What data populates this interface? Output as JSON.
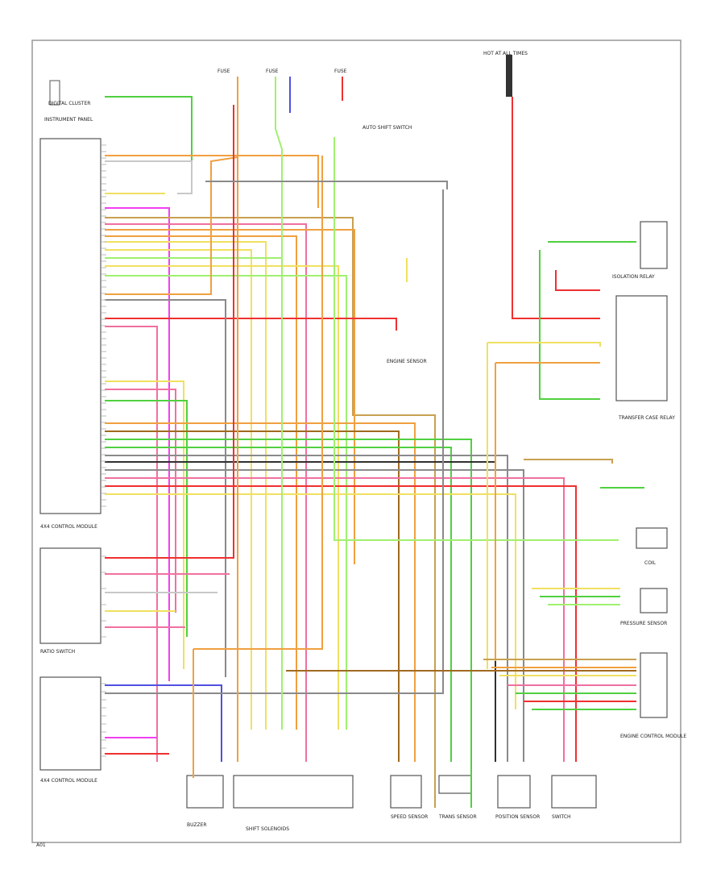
{
  "colors": {
    "org": "#f0a040",
    "grn": "#50d040",
    "lgn": "#a0f070",
    "red": "#f03030",
    "pnk": "#f070a0",
    "mag": "#f040f0",
    "yel": "#f0e060",
    "tan": "#c8a050",
    "gry": "#8a8a8a",
    "blu": "#5050e0",
    "brn": "#a06a20",
    "wht": "#c8c8c8",
    "blk": "#303030",
    "frame": "#999999",
    "comp": "#555555"
  },
  "labels": {
    "page_code": "A01",
    "top_left_label": "DIGITAL CLUSTER",
    "instrument_panel": "INSTRUMENT PANEL",
    "hot_at_all_times": "HOT AT ALL TIMES",
    "transfer_case_relay": "TRANSFER CASE RELAY",
    "module_left": "4X4 CONTROL MODULE",
    "ratio_switch": "RATIO SWITCH",
    "module_lower": "4X4 CONTROL MODULE",
    "buzzer": "BUZZER",
    "solenoids": "SHIFT SOLENOIDS",
    "sensor1": "SPEED SENSOR",
    "sensor2": "TRANS SENSOR",
    "sensor3": "POSITION SENSOR",
    "switch_lower": "SWITCH",
    "engine_control": "ENGINE CONTROL MODULE",
    "pressure_sensor": "PRESSURE SENSOR",
    "coil_plate": "COIL",
    "isolation_relay": "ISOLATION RELAY",
    "engine_sensor": "ENGINE SENSOR",
    "top_fuse_a": "FUSE",
    "top_fuse_b": "FUSE",
    "top_fuse_c": "FUSE",
    "auto_shift": "AUTO SHIFT SWITCH"
  }
}
